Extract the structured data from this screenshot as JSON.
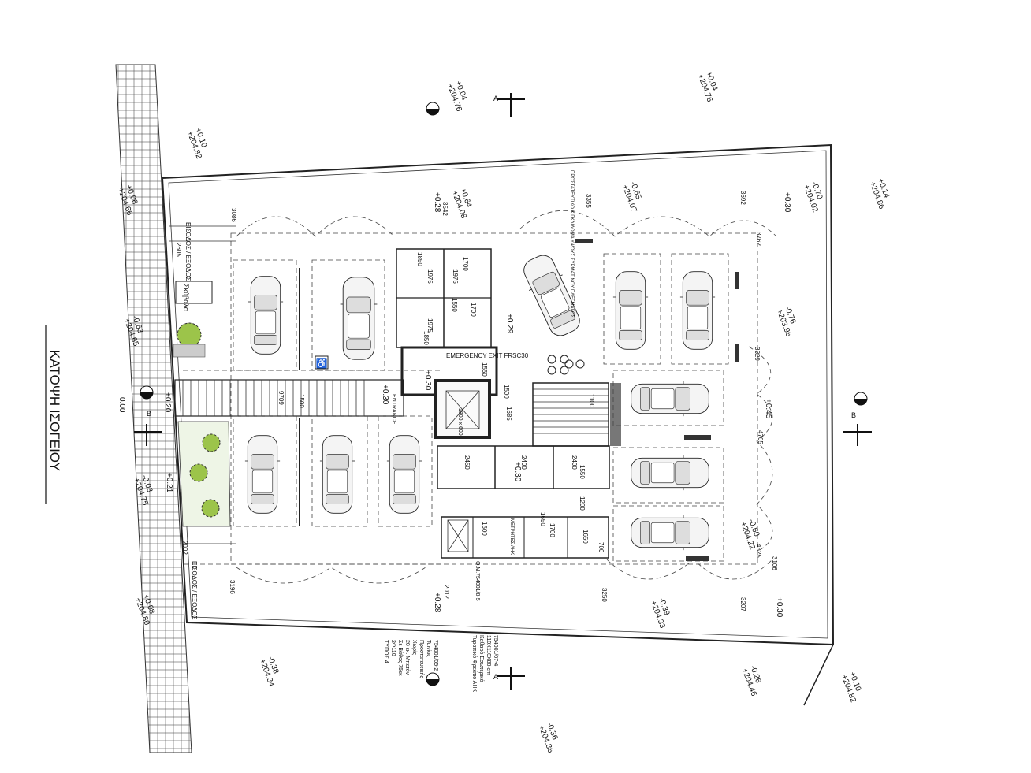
{
  "title": "ΚΑΤΟΨΗ ΙΣΟΓΕΙΟΥ",
  "labels": {
    "entrance_exit_top": "ΕΙΣΟΔΟΣ / ΕΞΟΔΟΣ",
    "entrance_exit_bottom": "ΕΙΣΟΔΟΣ / ΕΞΟΔΟΣ",
    "bins": "Σκύβαλα",
    "emergency_exit": "EMERGENCY EXIT FRSC30",
    "entrance": "ENTRANCE",
    "hedge_note": "ΠΡΟΣΤΑΤΕΥΤΙΚΟ ΚΙΓΚΛΙΔΩΜΑ ΥΨΟΥΣ ΣΥΡΜΑΤΙΝΟΥ ΠΛΕΓΜΑΤΟΣ",
    "type_note": [
      "ΤΥΠΟΣ 4",
      "2Φ110",
      "Σε Βάθος 75εκ",
      "20 εκ. Μπετόν",
      "Χωρίς",
      "Προστατευτικής",
      "Ταινίας",
      "754001/05-2"
    ],
    "gas_note": [
      "Τυραπικό Φρεάτιο ΑΗΚ",
      "Καθαρό Εσωτερικό",
      "110Χ110Χ80 cm",
      "754001/07-4"
    ],
    "meter_note": "Θ.Μ.754001/8-5",
    "meters": "ΜΕΤΡΗΤΕΣ ΑΗΚ",
    "elevator_dims": "1800 x 600"
  },
  "section_marks": [
    "A",
    "A",
    "B",
    "B"
  ],
  "levels": [
    {
      "a": "+0.04",
      "b": "+204.76"
    },
    {
      "a": "+0.04",
      "b": "+204.76"
    },
    {
      "a": "+0.10",
      "b": "+204.82"
    },
    {
      "a": "+0.64",
      "b": "+204.08"
    },
    {
      "a": "-0.65",
      "b": "+204.07"
    },
    {
      "a": "-0.70",
      "b": "+204.02"
    },
    {
      "a": "+0.14",
      "b": "+204.86"
    },
    {
      "a": "-0.76",
      "b": "+203.96"
    },
    {
      "a": "-0.39",
      "b": "+204.33"
    },
    {
      "a": "-0.38",
      "b": "+204.34"
    },
    {
      "a": "-0.36",
      "b": "+204.36"
    },
    {
      "a": "-0.26",
      "b": "+204.46"
    },
    {
      "a": "+0.10",
      "b": "+204.82"
    },
    {
      "a": "-0.50",
      "b": "+204.22"
    },
    {
      "a": "-0.03",
      "b": "+204.75"
    },
    {
      "a": "+0.08",
      "b": "+204.80"
    },
    {
      "a": "-0.63",
      "b": "+204.65"
    },
    {
      "a": "+0.06",
      "b": "+204.66"
    },
    {
      "a": "+0.30",
      "b": ""
    },
    {
      "a": "+0.28",
      "b": ""
    },
    {
      "a": "+0.28",
      "b": ""
    },
    {
      "a": "+0.30",
      "b": ""
    },
    {
      "a": "+0.29",
      "b": ""
    },
    {
      "a": "+0.30",
      "b": ""
    },
    {
      "a": "+0.45",
      "b": ""
    },
    {
      "a": "+0.21",
      "b": ""
    },
    {
      "a": "+0.20",
      "b": ""
    },
    {
      "a": "0.00",
      "b": ""
    },
    {
      "a": "+0.30",
      "b": ""
    },
    {
      "a": "+0.30",
      "b": ""
    }
  ],
  "dims": [
    "3086",
    "2605",
    "3542",
    "3355",
    "3692",
    "3762",
    "9709",
    "1500",
    "2002",
    "3196",
    "2012",
    "3250",
    "3207",
    "3106",
    "4525",
    "3529",
    "4765",
    "1850",
    "1975",
    "1975",
    "1975",
    "1850",
    "1700",
    "1550",
    "1500",
    "1685",
    "2450",
    "2400",
    "2400",
    "1550",
    "1200",
    "1100",
    "1650",
    "1700",
    "700",
    "1500",
    "1550",
    "1700",
    "1650"
  ]
}
